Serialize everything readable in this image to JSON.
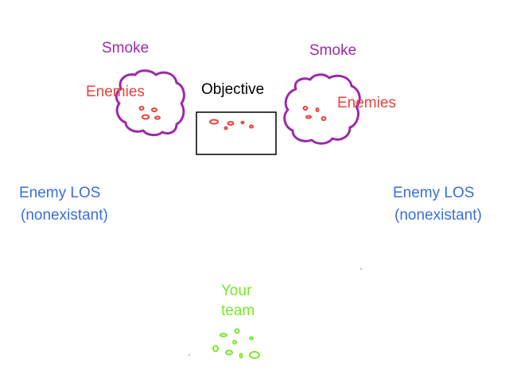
{
  "labels": {
    "smoke_left": "Smoke",
    "smoke_right": "Smoke",
    "enemies_left": "Enemies",
    "enemies_right": "Enemies",
    "objective": "Objective",
    "enemy_los_left_line1": "Enemy LOS",
    "enemy_los_left_line2": "(nonexistant)",
    "enemy_los_right_line1": "Enemy LOS",
    "enemy_los_right_line2": "(nonexistant)",
    "your_team_line1": "Your",
    "your_team_line2": "team"
  },
  "colors": {
    "smoke": "#9b2aa8",
    "enemies": "#e8433a",
    "objective_text": "#000000",
    "objective_box": "#000000",
    "los": "#3a6fd8",
    "team": "#7ae82a",
    "background": "#ffffff"
  }
}
